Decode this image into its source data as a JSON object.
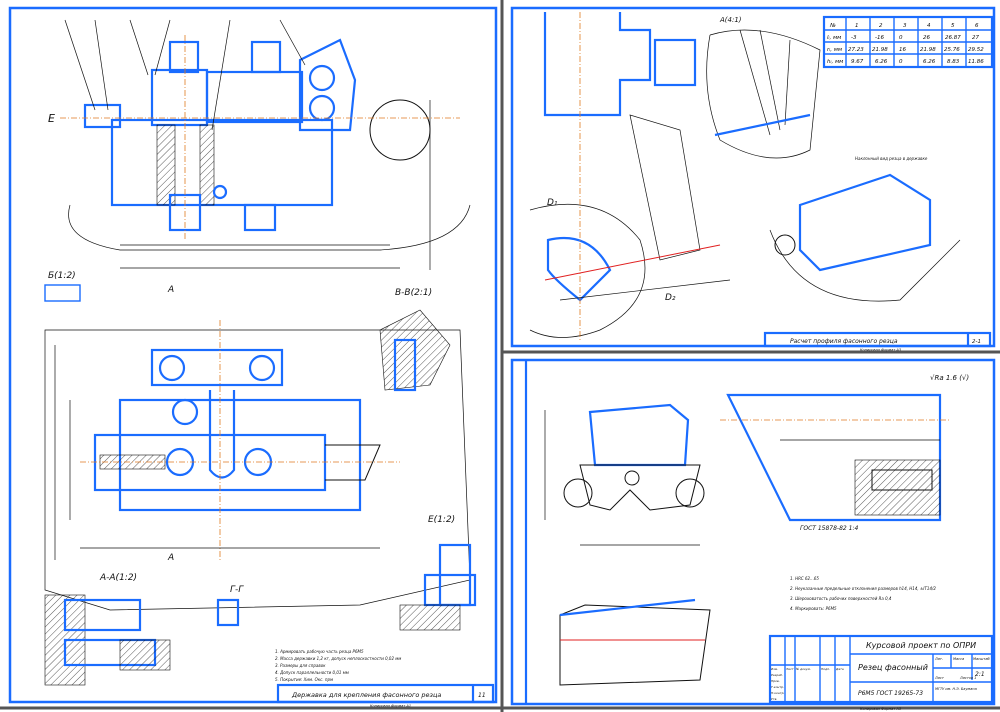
{
  "sheet1": {
    "title": "Державка для крепления фасонного резца",
    "sheet_no": "11",
    "view_labels": {
      "e": "Е",
      "b": "Б(1:2)",
      "vv": "В-В(2:1)",
      "aa": "А-А(1:2)",
      "gg": "Г-Г",
      "e12": "Е(1:2)",
      "a": "А"
    },
    "notes": [
      "1. Армировать рабочую часть резца Р6М5",
      "2. Масса державки 1,2 кг, допуск неплоскостности 0,02 мм",
      "3. Размеры для справок",
      "4. Допуск параллельности 0,01 мм",
      "5. Покрытие: Хим. Окс. прм"
    ],
    "footer": "Копировал   Формат А1"
  },
  "sheet2": {
    "title": "Расчет профиля фасонного резца",
    "sheet_no": "2-1",
    "view_label": "А(4:1)",
    "d1": "D₁",
    "d2": "D₂",
    "note": "Наклонный вид резца в державке",
    "table": {
      "header": [
        "№",
        "1",
        "2",
        "3",
        "4",
        "5",
        "6"
      ],
      "rows": [
        [
          "lᵢ, мм",
          "-3",
          "-16",
          "0",
          "26",
          "26.87",
          "27"
        ],
        [
          "rᵢ, мм",
          "27.23",
          "21.98",
          "16",
          "21.98",
          "25.76",
          "29.52"
        ],
        [
          "hᵢ, мм",
          "9.67",
          "6.26",
          "0",
          "6.26",
          "8.83",
          "11.86"
        ]
      ]
    },
    "footer": "Копировал   Формат А3"
  },
  "sheet3": {
    "project": "Курсовой проект по ОПРИ",
    "part_name": "Резец фасонный",
    "material": "Р6М5 ГОСТ 19265-73",
    "doc_no": "2-1",
    "roughness": "√Ra 1.6 (√)",
    "gost_note": "ГОСТ 15878-82 1:4",
    "tb_labels": {
      "lit": "Лит.",
      "mass": "Масса",
      "scale": "Масштаб",
      "sheet": "Лист",
      "sheets": "Листов 1",
      "scale_val": "2:1",
      "org": "МГТУ им. Н.Э. Баумана"
    },
    "tb_left": [
      "Изм.",
      "Лист",
      "№ докум.",
      "Подп.",
      "Дата",
      "Разраб.",
      "Пров.",
      "Т.контр.",
      "Н.контр.",
      "Утв."
    ],
    "notes": [
      "1. HRC 62...65",
      "2. Неуказанные предельные отклонения размеров h14, H14, ±IT14/2",
      "3. Шероховатость рабочих поверхностей Ra 0,4",
      "4. Маркировать: Р6М5"
    ],
    "footer": "Копировал   Формат А3"
  }
}
